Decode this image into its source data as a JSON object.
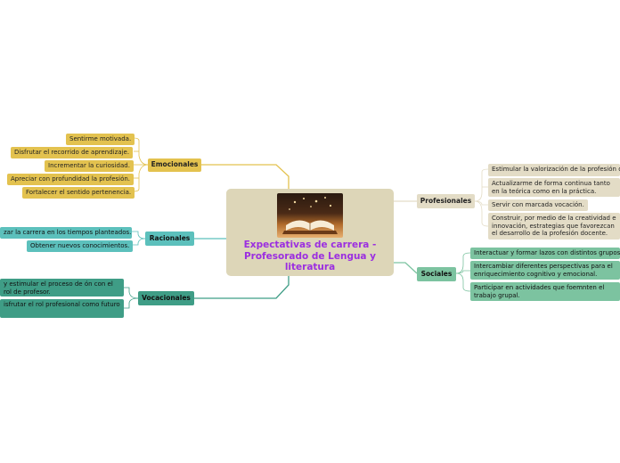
{
  "center": {
    "title": "Expectativas de carrera - Profesorado de Lengua y literatura",
    "image_icon": "open-book-image"
  },
  "emocionales": {
    "label": "Emocionales",
    "items": [
      "Sentirme motivada.",
      "Disfrutar el recorrido de aprendizaje.",
      "Incrementar la curiosidad.",
      "Apreciar con profundidad la profesión.",
      "Fortalecer el sentido pertenencia."
    ]
  },
  "racionales": {
    "label": "Racionales",
    "items": [
      "zar la carrera en los tiempos planteados.",
      "Obtener nuevos conocimientos."
    ]
  },
  "vocacionales": {
    "label": "Vocacionales",
    "items": [
      "y estimular el proceso de ón con el rol de profesor.",
      "isfrutar el rol profesional como futuro"
    ]
  },
  "profesionales": {
    "label": "Profesionales",
    "items": [
      "Estimular la valorización de la profesión d",
      "Actualizarme de forma continua tanto en la teórica como en la práctica.",
      "Servir con marcada vocación.",
      "Construir, por medio de la creatividad e innovación, estrategias que favorezcan el desarrollo de la profesión docente."
    ]
  },
  "sociales": {
    "label": "Sociales",
    "items": [
      "Interactuar y formar lazos con distintos grupos",
      "Intercambiar diferentes perspectivas para el enriquecimiento cognitivo y emocional.",
      "Participar en actividades que foemnten el trabajo grupal."
    ]
  },
  "colors": {
    "emocionales": "#e3c24f",
    "racionales": "#5cc0bc",
    "vocacionales": "#3f9d86",
    "profesionales": "#e3dcc6",
    "sociales": "#7cc3a0",
    "title": "#9b2ee0"
  }
}
